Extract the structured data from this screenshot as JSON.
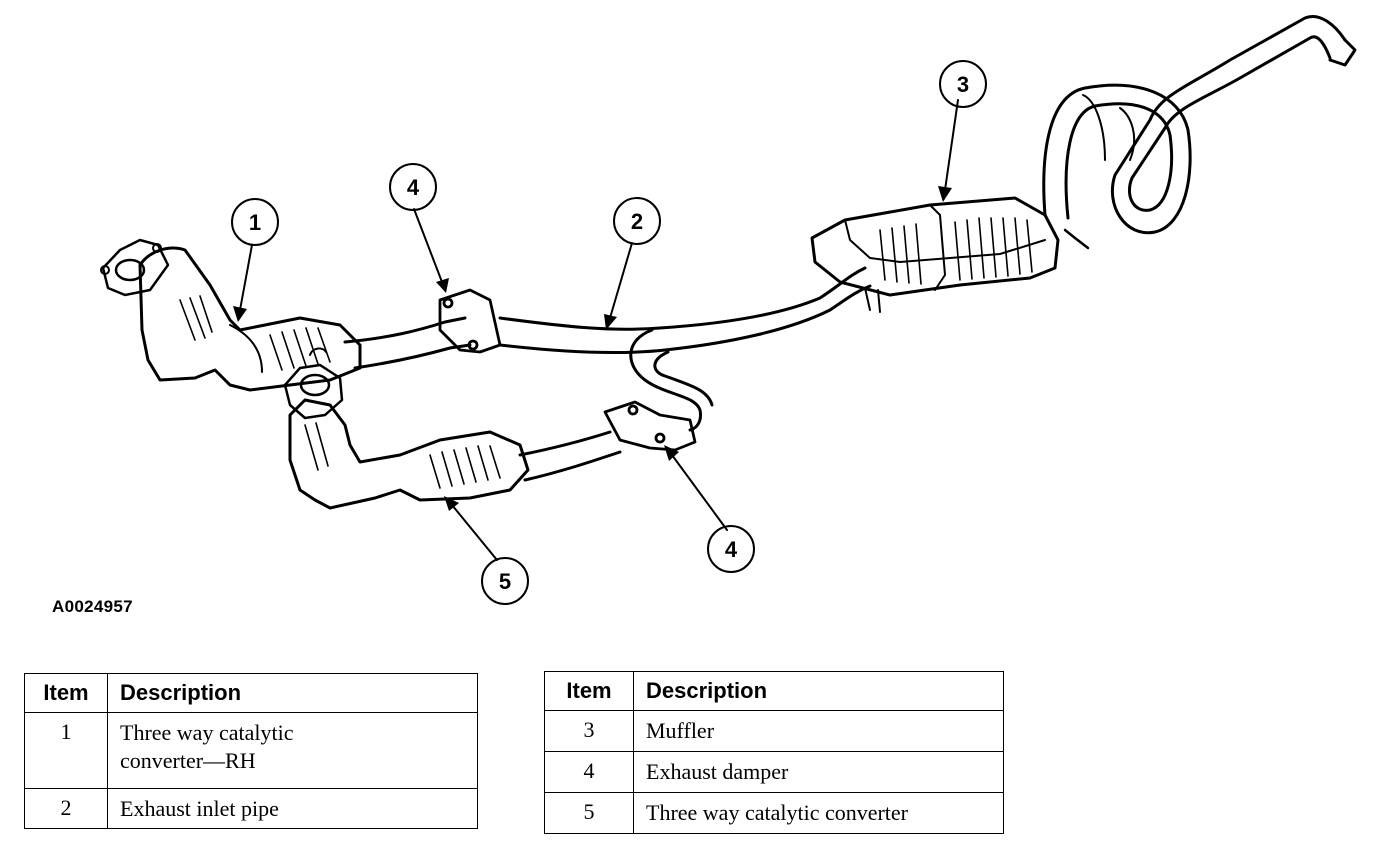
{
  "figure_id": "A0024957",
  "callouts": [
    "1",
    "2",
    "3",
    "4",
    "4",
    "5"
  ],
  "table_left": {
    "header_item": "Item",
    "header_desc": "Description",
    "rows": [
      {
        "item": "1",
        "desc_line1": "Three way catalytic",
        "desc_line2": "converter—RH"
      },
      {
        "item": "2",
        "desc_line1": "Exhaust inlet pipe"
      }
    ]
  },
  "table_right": {
    "header_item": "Item",
    "header_desc": "Description",
    "rows": [
      {
        "item": "3",
        "desc": "Muffler"
      },
      {
        "item": "4",
        "desc": "Exhaust damper"
      },
      {
        "item": "5",
        "desc": "Three way catalytic converter"
      }
    ]
  }
}
